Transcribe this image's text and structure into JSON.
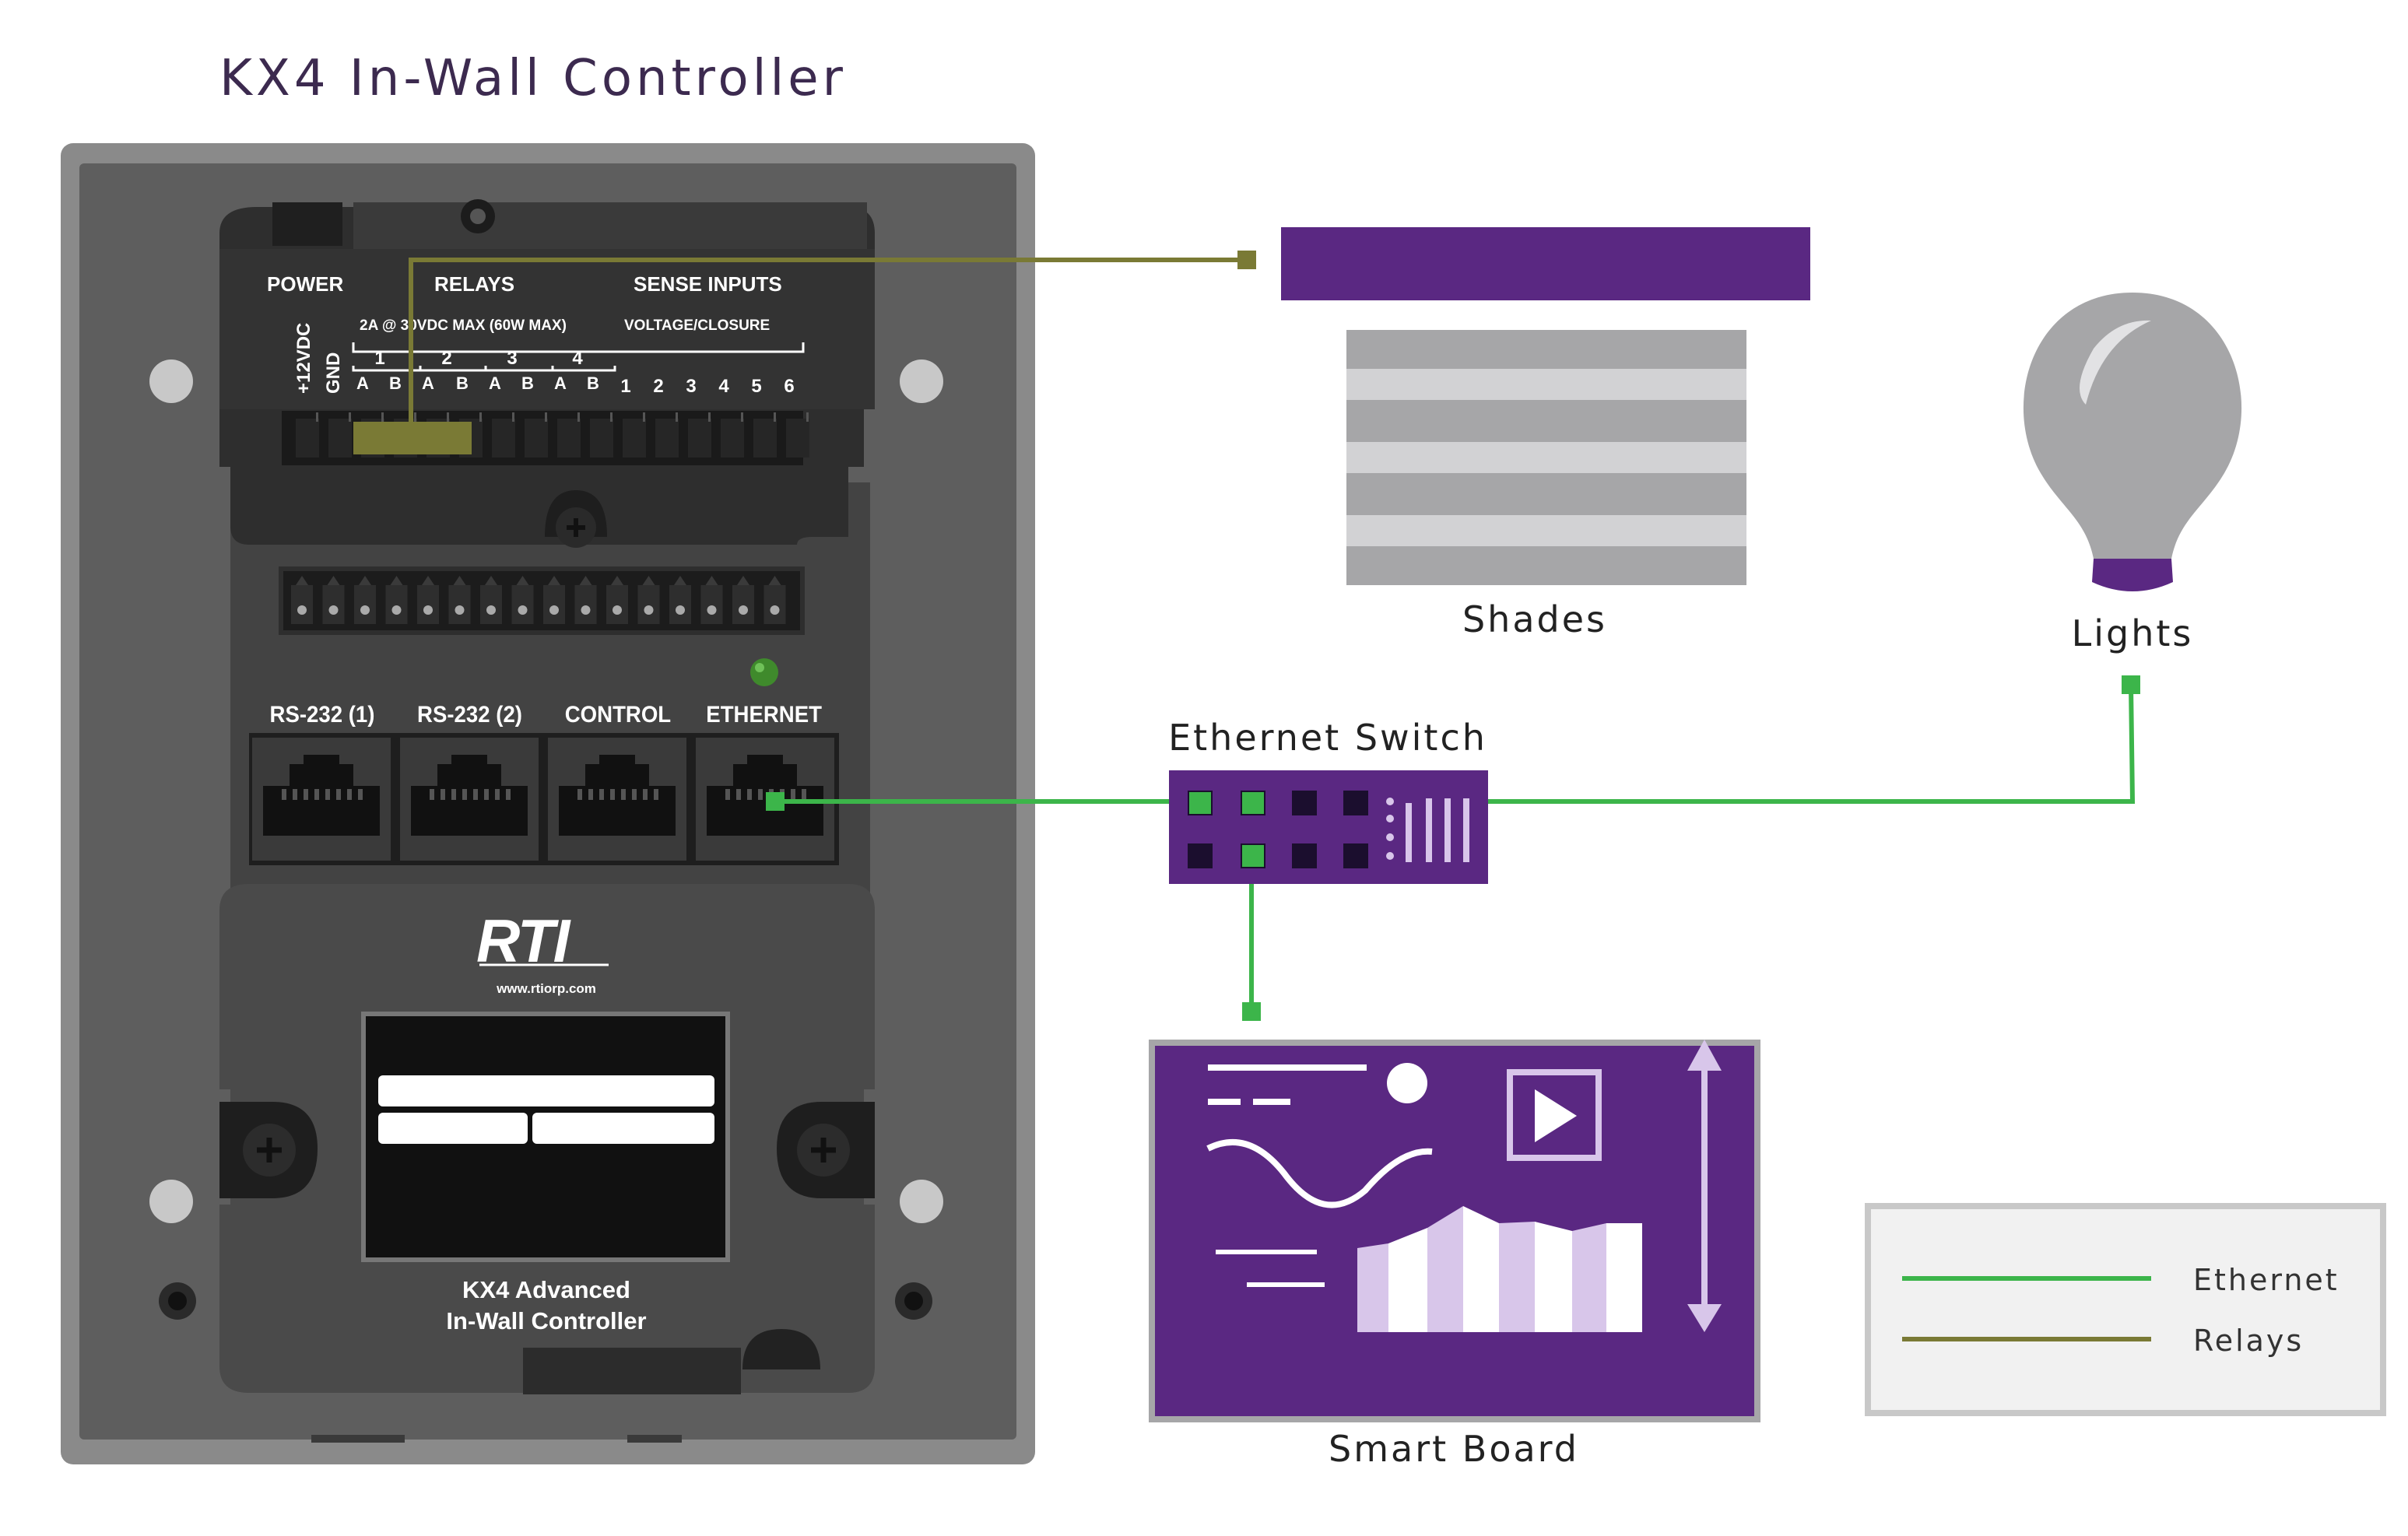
{
  "title": "KX4 In-Wall Controller",
  "controller": {
    "power_label": "POWER",
    "relays_label": "RELAYS",
    "sense_inputs_label": "SENSE INPUTS",
    "v12_label": "+12VDC",
    "gnd_label": "GND",
    "relay_rating": "2A @ 30VDC  MAX (60W MAX)",
    "voltage_closure": "VOLTAGE/CLOSURE",
    "relay_numbers": [
      "1",
      "2",
      "3",
      "4"
    ],
    "relay_ab": [
      "A",
      "B",
      "A",
      "B",
      "A",
      "B",
      "A",
      "B"
    ],
    "sense_numbers": [
      "1",
      "2",
      "3",
      "4",
      "5",
      "6"
    ],
    "port_labels": [
      "RS-232 (1)",
      "RS-232 (2)",
      "CONTROL",
      "ETHERNET"
    ],
    "brand": "RTI",
    "website": "www.rtiorp.com",
    "product_line1": "KX4 Advanced",
    "product_line2": "In-Wall Controller"
  },
  "devices": {
    "shades": "Shades",
    "lights": "Lights",
    "ethernet_switch": "Ethernet Switch",
    "smart_board": "Smart Board"
  },
  "legend": {
    "ethernet": "Ethernet",
    "relays": "Relays"
  },
  "colors": {
    "ethernet": "#3cb54a",
    "relays": "#7a7a35",
    "purple": "#5a2882",
    "light_purple": "#d8c6ea",
    "panel_dark": "#3a3a3a",
    "plate": "#5e5e5e",
    "title": "#3c2a4f"
  }
}
